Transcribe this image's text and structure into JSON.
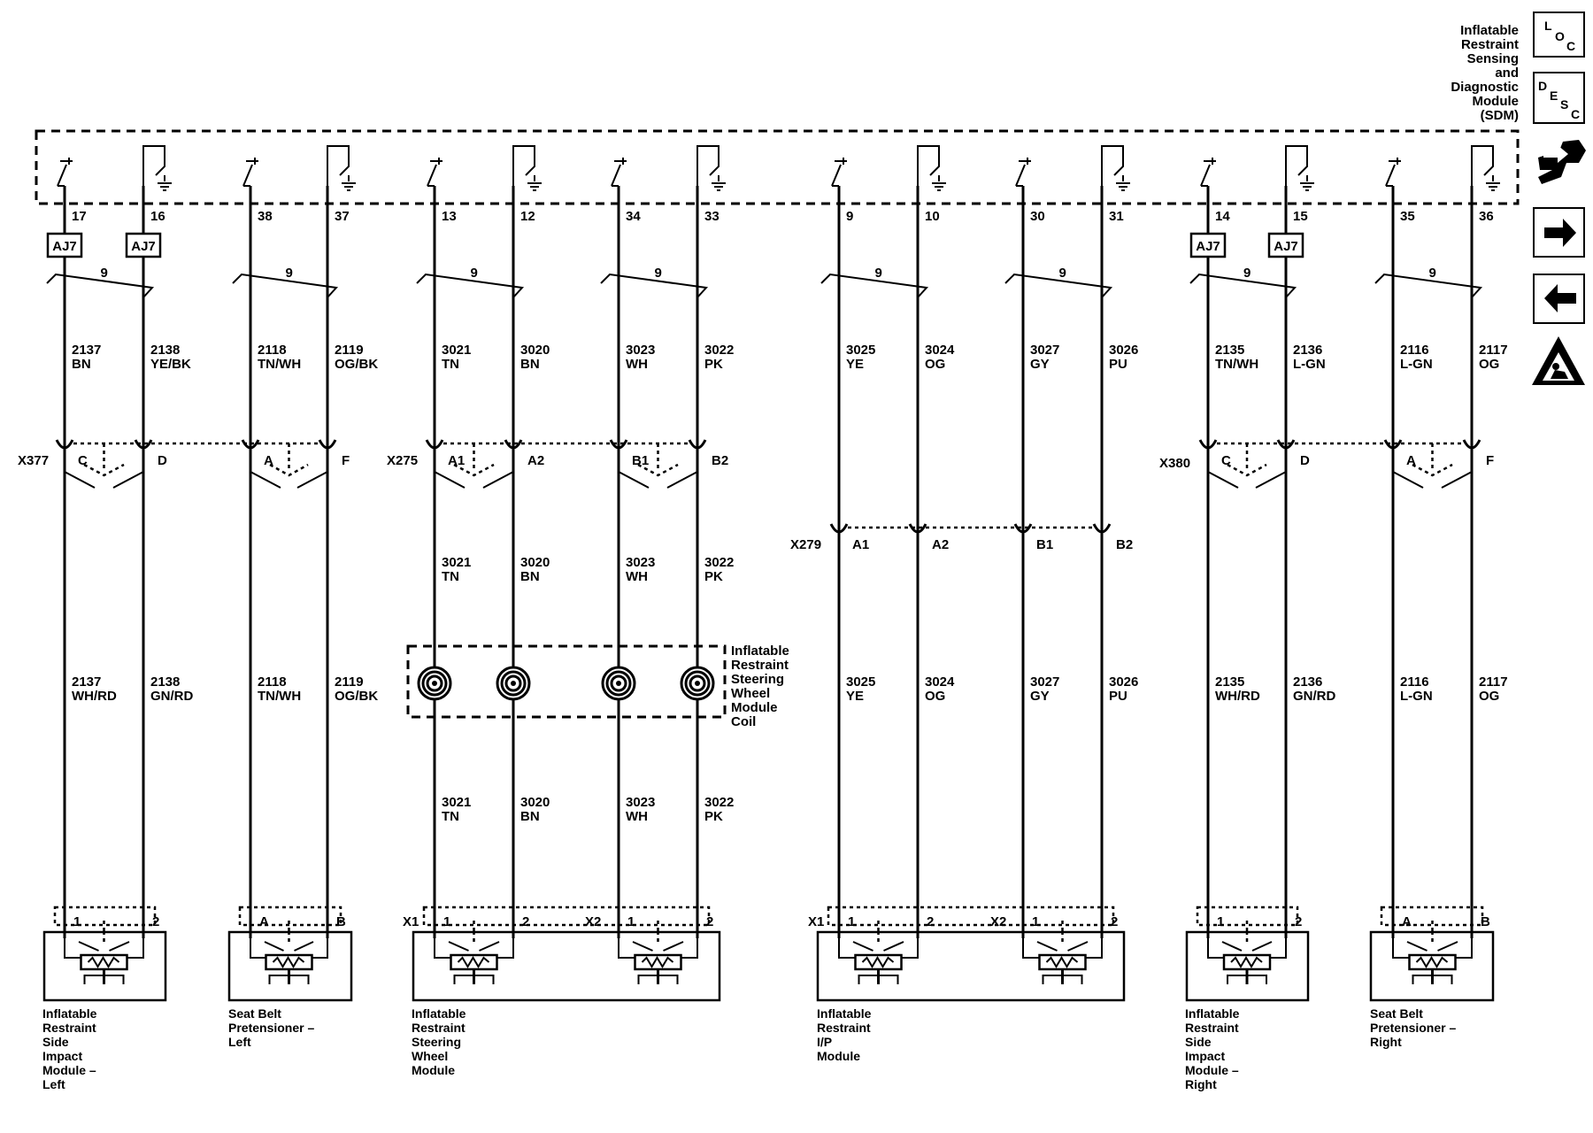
{
  "module": {
    "title_lines": [
      "Inflatable",
      "Restraint",
      "Sensing",
      "and",
      "Diagnostic",
      "Module",
      "(SDM)"
    ]
  },
  "side_icons": [
    {
      "name": "loc-icon",
      "letters": [
        "L",
        "O",
        "C"
      ]
    },
    {
      "name": "desc-icon",
      "letters": [
        "D",
        "E",
        "S",
        "C"
      ]
    },
    {
      "name": "connector-tool-icon"
    },
    {
      "name": "next-page-icon"
    },
    {
      "name": "previous-page-icon"
    },
    {
      "name": "airbag-warning-icon"
    }
  ],
  "circuits": [
    {
      "pin": "17",
      "splice": "AJ7",
      "upper": {
        "num": "2137",
        "color": "BN"
      },
      "conn": "C",
      "mid": null,
      "lower": {
        "num": "2137",
        "color": "WH/RD"
      },
      "term": "1"
    },
    {
      "pin": "16",
      "splice": "AJ7",
      "upper": {
        "num": "2138",
        "color": "YE/BK"
      },
      "conn": "D",
      "mid": null,
      "lower": {
        "num": "2138",
        "color": "GN/RD"
      },
      "term": "2"
    },
    {
      "pin": "38",
      "splice": "",
      "upper": {
        "num": "2118",
        "color": "TN/WH"
      },
      "conn": "A",
      "mid": null,
      "lower": {
        "num": "2118",
        "color": "TN/WH"
      },
      "term": "A"
    },
    {
      "pin": "37",
      "splice": "",
      "upper": {
        "num": "2119",
        "color": "OG/BK"
      },
      "conn": "F",
      "mid": null,
      "lower": {
        "num": "2119",
        "color": "OG/BK"
      },
      "term": "B"
    },
    {
      "pin": "13",
      "splice": "",
      "upper": {
        "num": "3021",
        "color": "TN"
      },
      "conn": "A1",
      "mid": {
        "num": "3021",
        "color": "TN"
      },
      "lower": {
        "num": "3021",
        "color": "TN"
      },
      "term": "1"
    },
    {
      "pin": "12",
      "splice": "",
      "upper": {
        "num": "3020",
        "color": "BN"
      },
      "conn": "A2",
      "mid": {
        "num": "3020",
        "color": "BN"
      },
      "lower": {
        "num": "3020",
        "color": "BN"
      },
      "term": "2"
    },
    {
      "pin": "34",
      "splice": "",
      "upper": {
        "num": "3023",
        "color": "WH"
      },
      "conn": "B1",
      "mid": {
        "num": "3023",
        "color": "WH"
      },
      "lower": {
        "num": "3023",
        "color": "WH"
      },
      "term": "1"
    },
    {
      "pin": "33",
      "splice": "",
      "upper": {
        "num": "3022",
        "color": "PK"
      },
      "conn": "B2",
      "mid": {
        "num": "3022",
        "color": "PK"
      },
      "lower": {
        "num": "3022",
        "color": "PK"
      },
      "term": "2"
    },
    {
      "pin": "9",
      "splice": "",
      "upper": {
        "num": "3025",
        "color": "YE"
      },
      "conn": "A1",
      "mid": null,
      "lower": {
        "num": "3025",
        "color": "YE"
      },
      "term": "1"
    },
    {
      "pin": "10",
      "splice": "",
      "upper": {
        "num": "3024",
        "color": "OG"
      },
      "conn": "A2",
      "mid": null,
      "lower": {
        "num": "3024",
        "color": "OG"
      },
      "term": "2"
    },
    {
      "pin": "30",
      "splice": "",
      "upper": {
        "num": "3027",
        "color": "GY"
      },
      "conn": "B1",
      "mid": null,
      "lower": {
        "num": "3027",
        "color": "GY"
      },
      "term": "1"
    },
    {
      "pin": "31",
      "splice": "",
      "upper": {
        "num": "3026",
        "color": "PU"
      },
      "conn": "B2",
      "mid": null,
      "lower": {
        "num": "3026",
        "color": "PU"
      },
      "term": "2"
    },
    {
      "pin": "14",
      "splice": "AJ7",
      "upper": {
        "num": "2135",
        "color": "TN/WH"
      },
      "conn": "C",
      "mid": null,
      "lower": {
        "num": "2135",
        "color": "WH/RD"
      },
      "term": "1"
    },
    {
      "pin": "15",
      "splice": "AJ7",
      "upper": {
        "num": "2136",
        "color": "L-GN"
      },
      "conn": "D",
      "mid": null,
      "lower": {
        "num": "2136",
        "color": "GN/RD"
      },
      "term": "2"
    },
    {
      "pin": "35",
      "splice": "",
      "upper": {
        "num": "2116",
        "color": "L-GN"
      },
      "conn": "A",
      "mid": null,
      "lower": {
        "num": "2116",
        "color": "L-GN"
      },
      "term": "A"
    },
    {
      "pin": "36",
      "splice": "",
      "upper": {
        "num": "2117",
        "color": "OG"
      },
      "conn": "F",
      "mid": null,
      "lower": {
        "num": "2117",
        "color": "OG"
      },
      "term": "B"
    }
  ],
  "twist_label": "9",
  "connectors": {
    "x377": "X377",
    "x275": "X275",
    "x279": "X279",
    "x380": "X380",
    "x1": "X1",
    "x2": "X2"
  },
  "coil": {
    "title_lines": [
      "Inflatable",
      "Restraint",
      "Steering",
      "Wheel",
      "Module",
      "Coil"
    ]
  },
  "devices": [
    {
      "title_lines": [
        "Inflatable",
        "Restraint",
        "Side",
        "Impact",
        "Module –",
        "Left"
      ]
    },
    {
      "title_lines": [
        "Seat Belt",
        "Pretensioner –",
        "Left"
      ]
    },
    {
      "title_lines": [
        "Inflatable",
        "Restraint",
        "Steering",
        "Wheel",
        "Module"
      ]
    },
    {
      "title_lines": [
        "Inflatable",
        "Restraint",
        "I/P",
        "Module"
      ]
    },
    {
      "title_lines": [
        "Inflatable",
        "Restraint",
        "Side",
        "Impact",
        "Module –",
        "Right"
      ]
    },
    {
      "title_lines": [
        "Seat Belt",
        "Pretensioner –",
        "Right"
      ]
    }
  ]
}
